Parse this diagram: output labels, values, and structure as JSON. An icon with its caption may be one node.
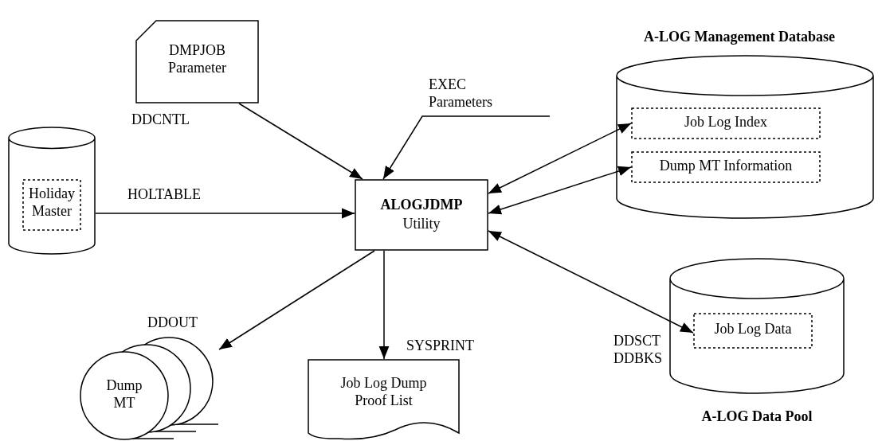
{
  "diagram": {
    "nodes": [
      {
        "text": [
          "DMPJOB Parameter"
        ]
      },
      {
        "text": [
          "EXEC Parameters"
        ]
      },
      {
        "text": [
          "A-LOG Management Database"
        ]
      },
      {
        "text": [
          "Job Log Index"
        ],
        "in": 2
      },
      {
        "text": [
          "Dump MT Information"
        ],
        "in": 2
      },
      {
        "text": [],
        "shape": "cylinder"
      },
      {
        "text": [
          "Holiday Master"
        ],
        "in": 5
      },
      {
        "text": [
          "ALOGJDMP",
          "Utility"
        ]
      },
      {
        "text": [
          "A-LOG Data Pool"
        ]
      },
      {
        "text": [
          "Job Log Data"
        ],
        "in": 8
      },
      {
        "text": [
          "Dump MT"
        ]
      },
      {
        "text": [
          "Job Log Dump Proof List"
        ]
      }
    ],
    "edges": [
      {
        "from": 0,
        "to": 7,
        "arrow": "to",
        "label": "DDCNTL"
      },
      {
        "from": 1,
        "to": 7,
        "arrow": "to"
      },
      {
        "from": 5,
        "to": 7,
        "arrow": "to",
        "label": "HOLTABLE"
      },
      {
        "from": 7,
        "to": 3,
        "arrow": "both"
      },
      {
        "from": 7,
        "to": 4,
        "arrow": "both"
      },
      {
        "from": 7,
        "to": 9,
        "arrow": "both",
        "label": "DDSCT DDBKS"
      },
      {
        "from": 7,
        "to": 10,
        "arrow": "to",
        "label": "DDOUT"
      },
      {
        "from": 7,
        "to": 11,
        "arrow": "to",
        "label": "SYSPRINT"
      }
    ]
  }
}
